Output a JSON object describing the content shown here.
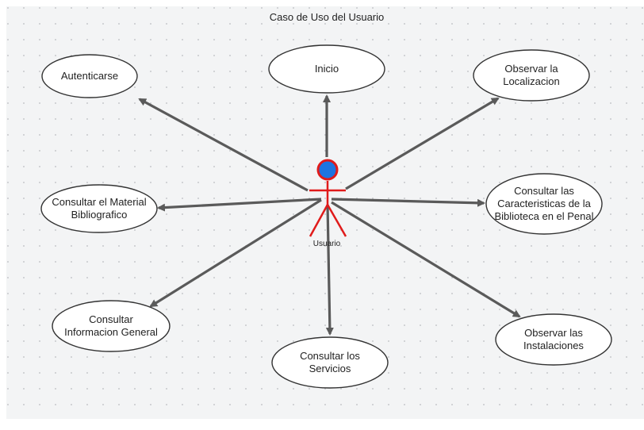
{
  "diagram": {
    "title": "Caso de Uso del Usuario",
    "actor": {
      "label": "Usuario",
      "head_fill": "#1e74e0",
      "stroke_color": "#e01b1b"
    },
    "use_cases": [
      {
        "id": "autenticarse",
        "lines": [
          "Autenticarse"
        ]
      },
      {
        "id": "inicio",
        "lines": [
          "Inicio"
        ]
      },
      {
        "id": "observar-localizacion",
        "lines": [
          "Observar la",
          "Localizacion"
        ]
      },
      {
        "id": "consultar-material",
        "lines": [
          "Consultar el Material",
          "Bibliografico"
        ]
      },
      {
        "id": "consultar-caracteristicas",
        "lines": [
          "Consultar las",
          "Caracteristicas de la",
          "Biblioteca en el Penal"
        ]
      },
      {
        "id": "consultar-informacion",
        "lines": [
          "Consultar",
          "Informacion General"
        ]
      },
      {
        "id": "consultar-servicios",
        "lines": [
          "Consultar los",
          "Servicios"
        ]
      },
      {
        "id": "observar-instalaciones",
        "lines": [
          "Observar las",
          "Instalaciones"
        ]
      }
    ],
    "colors": {
      "background": "#f3f4f5",
      "grid_dot": "#b9bcc0",
      "arrow": "#5a5a5a",
      "ellipse_stroke": "#333333",
      "ellipse_fill": "#ffffff"
    }
  }
}
